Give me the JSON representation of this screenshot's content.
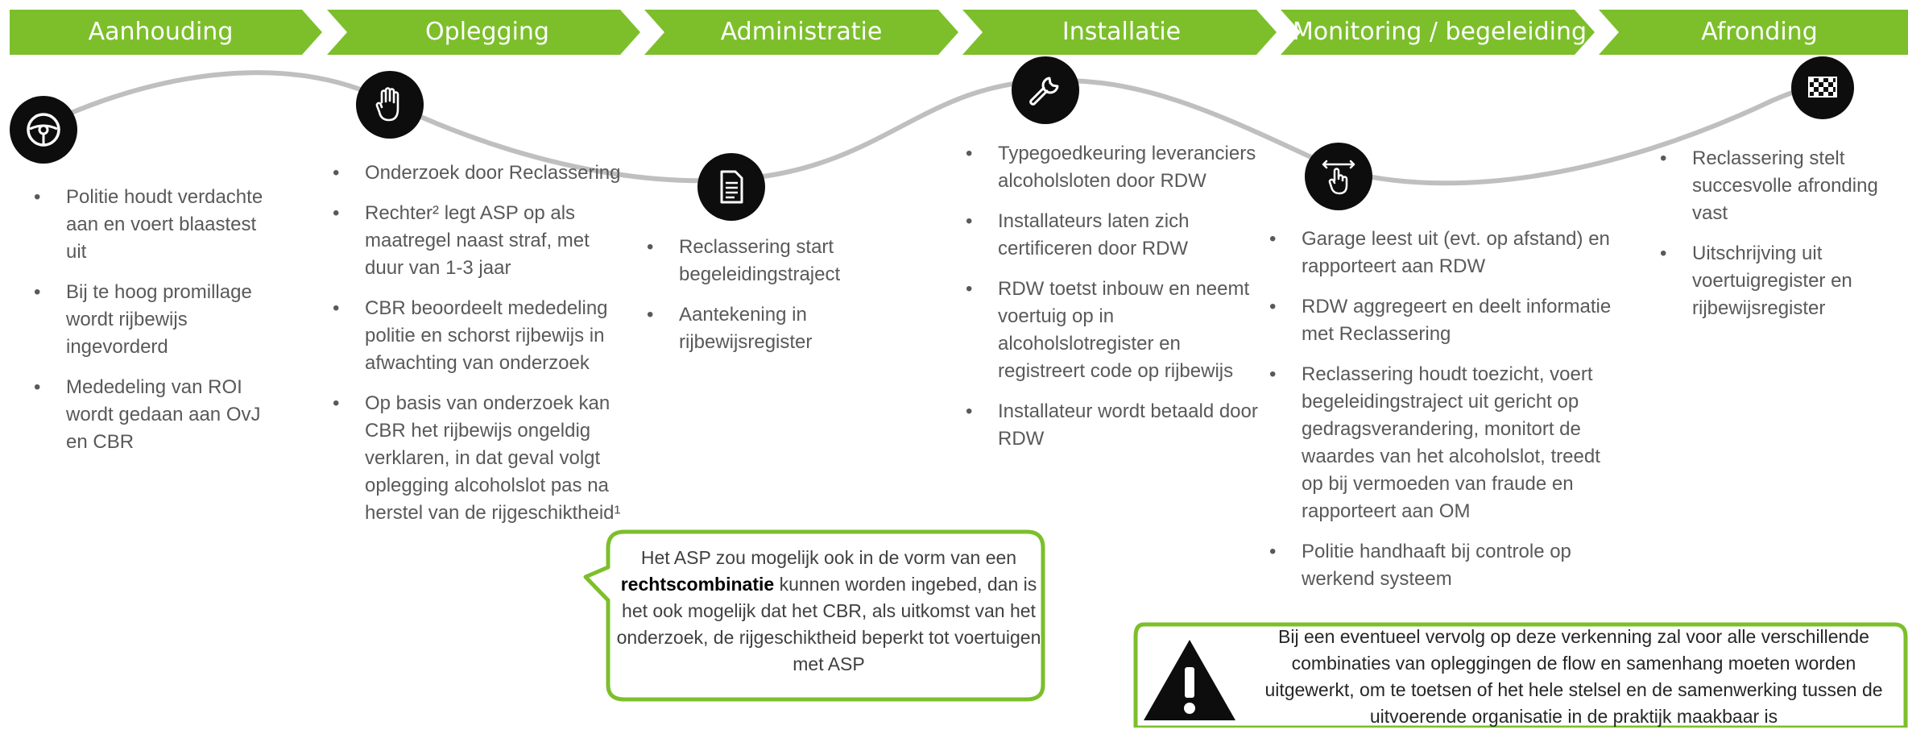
{
  "phases": [
    {
      "title": "Aanhouding",
      "icon": "steering-wheel-icon",
      "bullets": [
        "Politie houdt verdachte aan en voert blaastest uit",
        "Bij te hoog promillage wordt rijbewijs ingevorderd",
        "Mededeling van ROI wordt gedaan aan OvJ en CBR"
      ]
    },
    {
      "title": "Oplegging",
      "icon": "raised-hand-icon",
      "bullets": [
        "Onderzoek door Reclassering",
        "Rechter² legt ASP op als maatregel naast straf, met duur van 1-3 jaar",
        "CBR beoordeelt mededeling politie en schorst rijbewijs in afwachting van onderzoek",
        "Op basis van onderzoek kan CBR het rijbewijs ongeldig verklaren, in dat geval volgt oplegging alcoholslot pas na herstel van de rijgeschiktheid¹"
      ]
    },
    {
      "title": "Administratie",
      "icon": "document-icon",
      "bullets": [
        "Reclassering start begeleidingstraject",
        "Aantekening in rijbewijsregister"
      ]
    },
    {
      "title": "Installatie",
      "icon": "wrench-icon",
      "bullets": [
        "Typegoedkeuring leveranciers alcoholsloten door RDW",
        "Installateurs laten zich certificeren door RDW",
        "RDW toetst inbouw en neemt voertuig op in alcoholslotregister en registreert code op rijbewijs",
        "Installateur wordt betaald door RDW"
      ]
    },
    {
      "title": "Monitoring / begeleiding",
      "icon": "swipe-hand-icon",
      "bullets": [
        "Garage leest uit (evt. op afstand) en rapporteert aan RDW",
        "RDW aggregeert en deelt informatie met Reclassering",
        "Reclassering houdt toezicht, voert begeleidingstraject uit gericht op gedragsverandering, monitort de waardes van het alcoholslot, treedt op bij vermoeden van fraude en rapporteert aan OM",
        "Politie handhaaft bij controle op werkend systeem"
      ]
    },
    {
      "title": "Afronding",
      "icon": "checkered-flag-icon",
      "bullets": [
        "Reclassering stelt succesvolle afronding vast",
        "Uitschrijving uit voertuigregister en rijbewijsregister"
      ]
    }
  ],
  "callout": {
    "before": "Het ASP zou mogelijk ook in de vorm van een ",
    "bold": "rechtscombinatie",
    "after": " kunnen worden ingebed, dan is het ook mogelijk dat het CBR, als uitkomst van het onderzoek, de rijgeschiktheid beperkt tot voertuigen met ASP"
  },
  "note": {
    "text": "Bij een eventueel vervolg op deze verkenning zal voor alle verschillende combinaties van opleggingen de flow en samenhang moeten worden uitgewerkt, om te toetsen of het hele stelsel en de samenwerking tussen de uitvoerende organisatie in de praktijk maakbaar is",
    "icon": "warning-icon"
  },
  "colors": {
    "green": "#7cbf2b",
    "node": "#0d0d0d",
    "curve": "#bfbfbf",
    "text": "#595959"
  }
}
